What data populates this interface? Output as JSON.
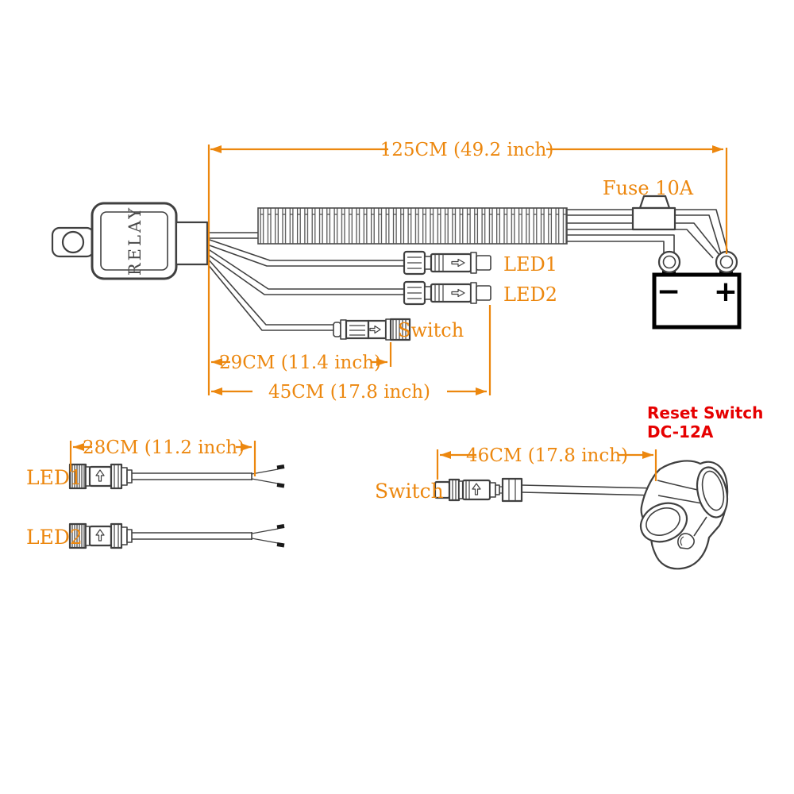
{
  "colors": {
    "dimension": "#ec870e",
    "warning": "#e60000",
    "line": "#404040"
  },
  "labels": {
    "relay": "RELAY",
    "fuse": "Fuse 10A",
    "led1": "LED1",
    "led2": "LED2",
    "switch": "Switch",
    "reset_line1": "Reset Switch",
    "reset_line2": "DC-12A",
    "battery_minus": "−",
    "battery_plus": "+"
  },
  "dimensions": {
    "total": "125CM (49.2 inch)",
    "switch_branch": "29CM (11.4 inch)",
    "led_branch": "45CM (17.8 inch)",
    "led_extension": "28CM (11.2 inch)",
    "switch_extension": "46CM (17.8 inch)"
  }
}
